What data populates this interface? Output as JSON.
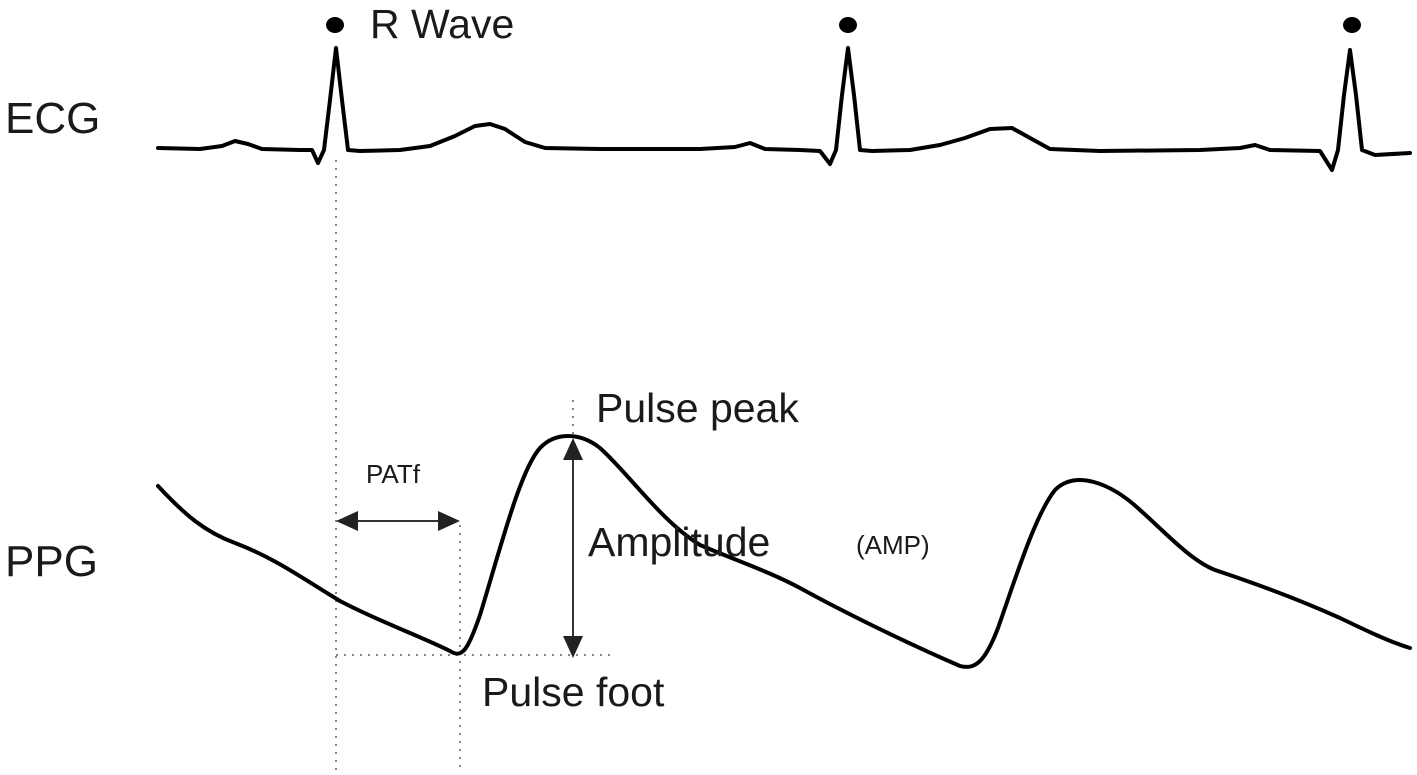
{
  "labels": {
    "ecg": "ECG",
    "ppg": "PPG",
    "r_wave": "R Wave",
    "patf": "PATf",
    "pulse_peak": "Pulse peak",
    "amplitude": "Amplitude",
    "amp_abbrev": "(AMP)",
    "pulse_foot": "Pulse foot"
  },
  "colors": {
    "trace": "#000000",
    "guide": "#777777",
    "text": "#1a1a1a"
  }
}
